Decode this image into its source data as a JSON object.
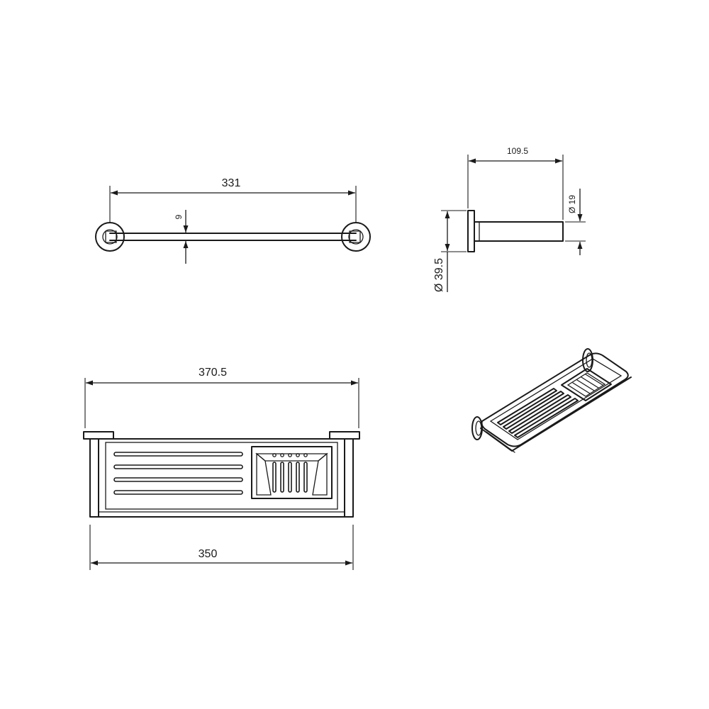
{
  "dimensions": {
    "top_length": "331",
    "bar_thickness": "9",
    "projection": "109.5",
    "tube_diameter": "Ø 19",
    "rose_diameter": "Ø 39.5",
    "overall_length": "370.5",
    "tray_length": "350"
  },
  "colors": {
    "line": "#1a1a1a",
    "background": "#ffffff"
  }
}
